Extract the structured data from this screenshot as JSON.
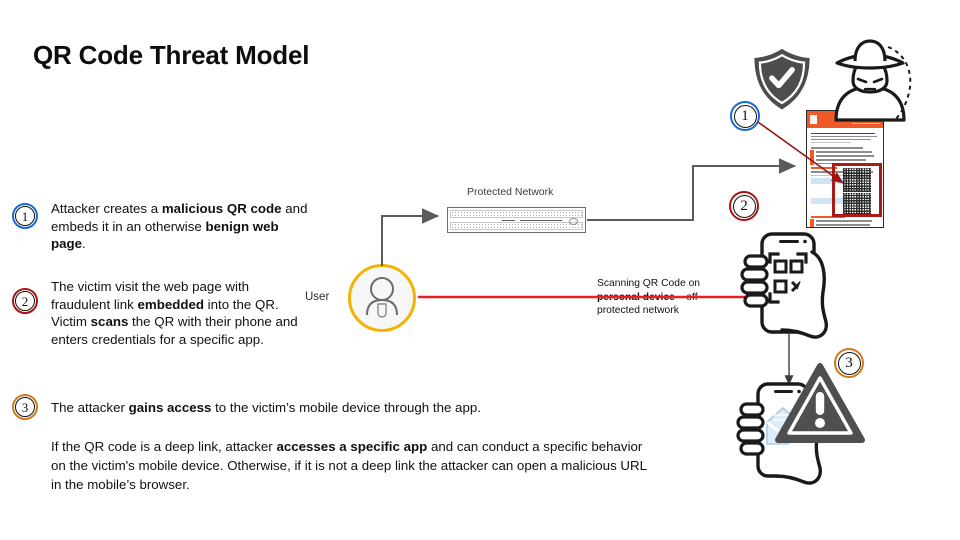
{
  "title": "QR Code Threat Model",
  "steps": [
    {
      "number": "1",
      "color": "#1769d6",
      "badge_name": "step-badge-1",
      "text_runs": [
        {
          "t": "Attacker creates a ",
          "b": false
        },
        {
          "t": "malicious QR code",
          "b": true
        },
        {
          "t": " and embeds it in an otherwise ",
          "b": false
        },
        {
          "t": "benign web page",
          "b": true
        },
        {
          "t": ".",
          "b": false
        }
      ]
    },
    {
      "number": "2",
      "color": "#a81313",
      "badge_name": "step-badge-2",
      "text_runs": [
        {
          "t": "The victim visit the web page with fraudulent link ",
          "b": false
        },
        {
          "t": "embedded",
          "b": true
        },
        {
          "t": " into the QR. Victim ",
          "b": false
        },
        {
          "t": "scans",
          "b": true
        },
        {
          "t": " the QR with their phone and enters credentials for a specific app.",
          "b": false
        }
      ]
    },
    {
      "number": "3",
      "color": "#d2791a",
      "badge_name": "step-badge-3",
      "text_runs": [
        {
          "t": "The attacker ",
          "b": false
        },
        {
          "t": "gains access",
          "b": true
        },
        {
          "t": " to the victim’s mobile device through the app.",
          "b": false
        }
      ]
    }
  ],
  "paragraph_runs": [
    {
      "t": "If the QR code is a deep link, attacker ",
      "b": false
    },
    {
      "t": "accesses a specific app",
      "b": true
    },
    {
      "t": " and can conduct a specific behavior on the victim's mobile device. Otherwise, if it is not a deep link the attacker can open a malicious URL in the mobile’s browser.",
      "b": false
    }
  ],
  "diagram": {
    "protected_network_label": "Protected Network",
    "user_label": "User",
    "scan_note_runs": [
      {
        "t": "Scanning QR Code on ",
        "b": false
      },
      {
        "t": "personal device",
        "b": true
      },
      {
        "t": " – off protected network",
        "b": false
      }
    ],
    "marker_1": "1",
    "marker_2": "2",
    "marker_3": "3"
  },
  "colors": {
    "blue": "#1769d6",
    "dark_red": "#a81313",
    "orange": "#d2791a",
    "red_arrow": "#ee1c25",
    "gray_arrow": "#5b5b5b",
    "gold": "#f5b301",
    "page_orange": "#ef5a28",
    "shield_gray": "#4a4a4a",
    "warning_gray": "#4f4f4f"
  },
  "icons": {
    "shield": "shield-check-icon",
    "hacker": "hacker-figure-icon",
    "phone_qr": "hand-phone-qr-scan-icon",
    "phone_mail": "hand-phone-envelope-icon",
    "warning": "warning-triangle-icon",
    "user": "user-avatar-icon",
    "network": "network-appliance-icon",
    "qr_code": "qr-code-icon"
  }
}
